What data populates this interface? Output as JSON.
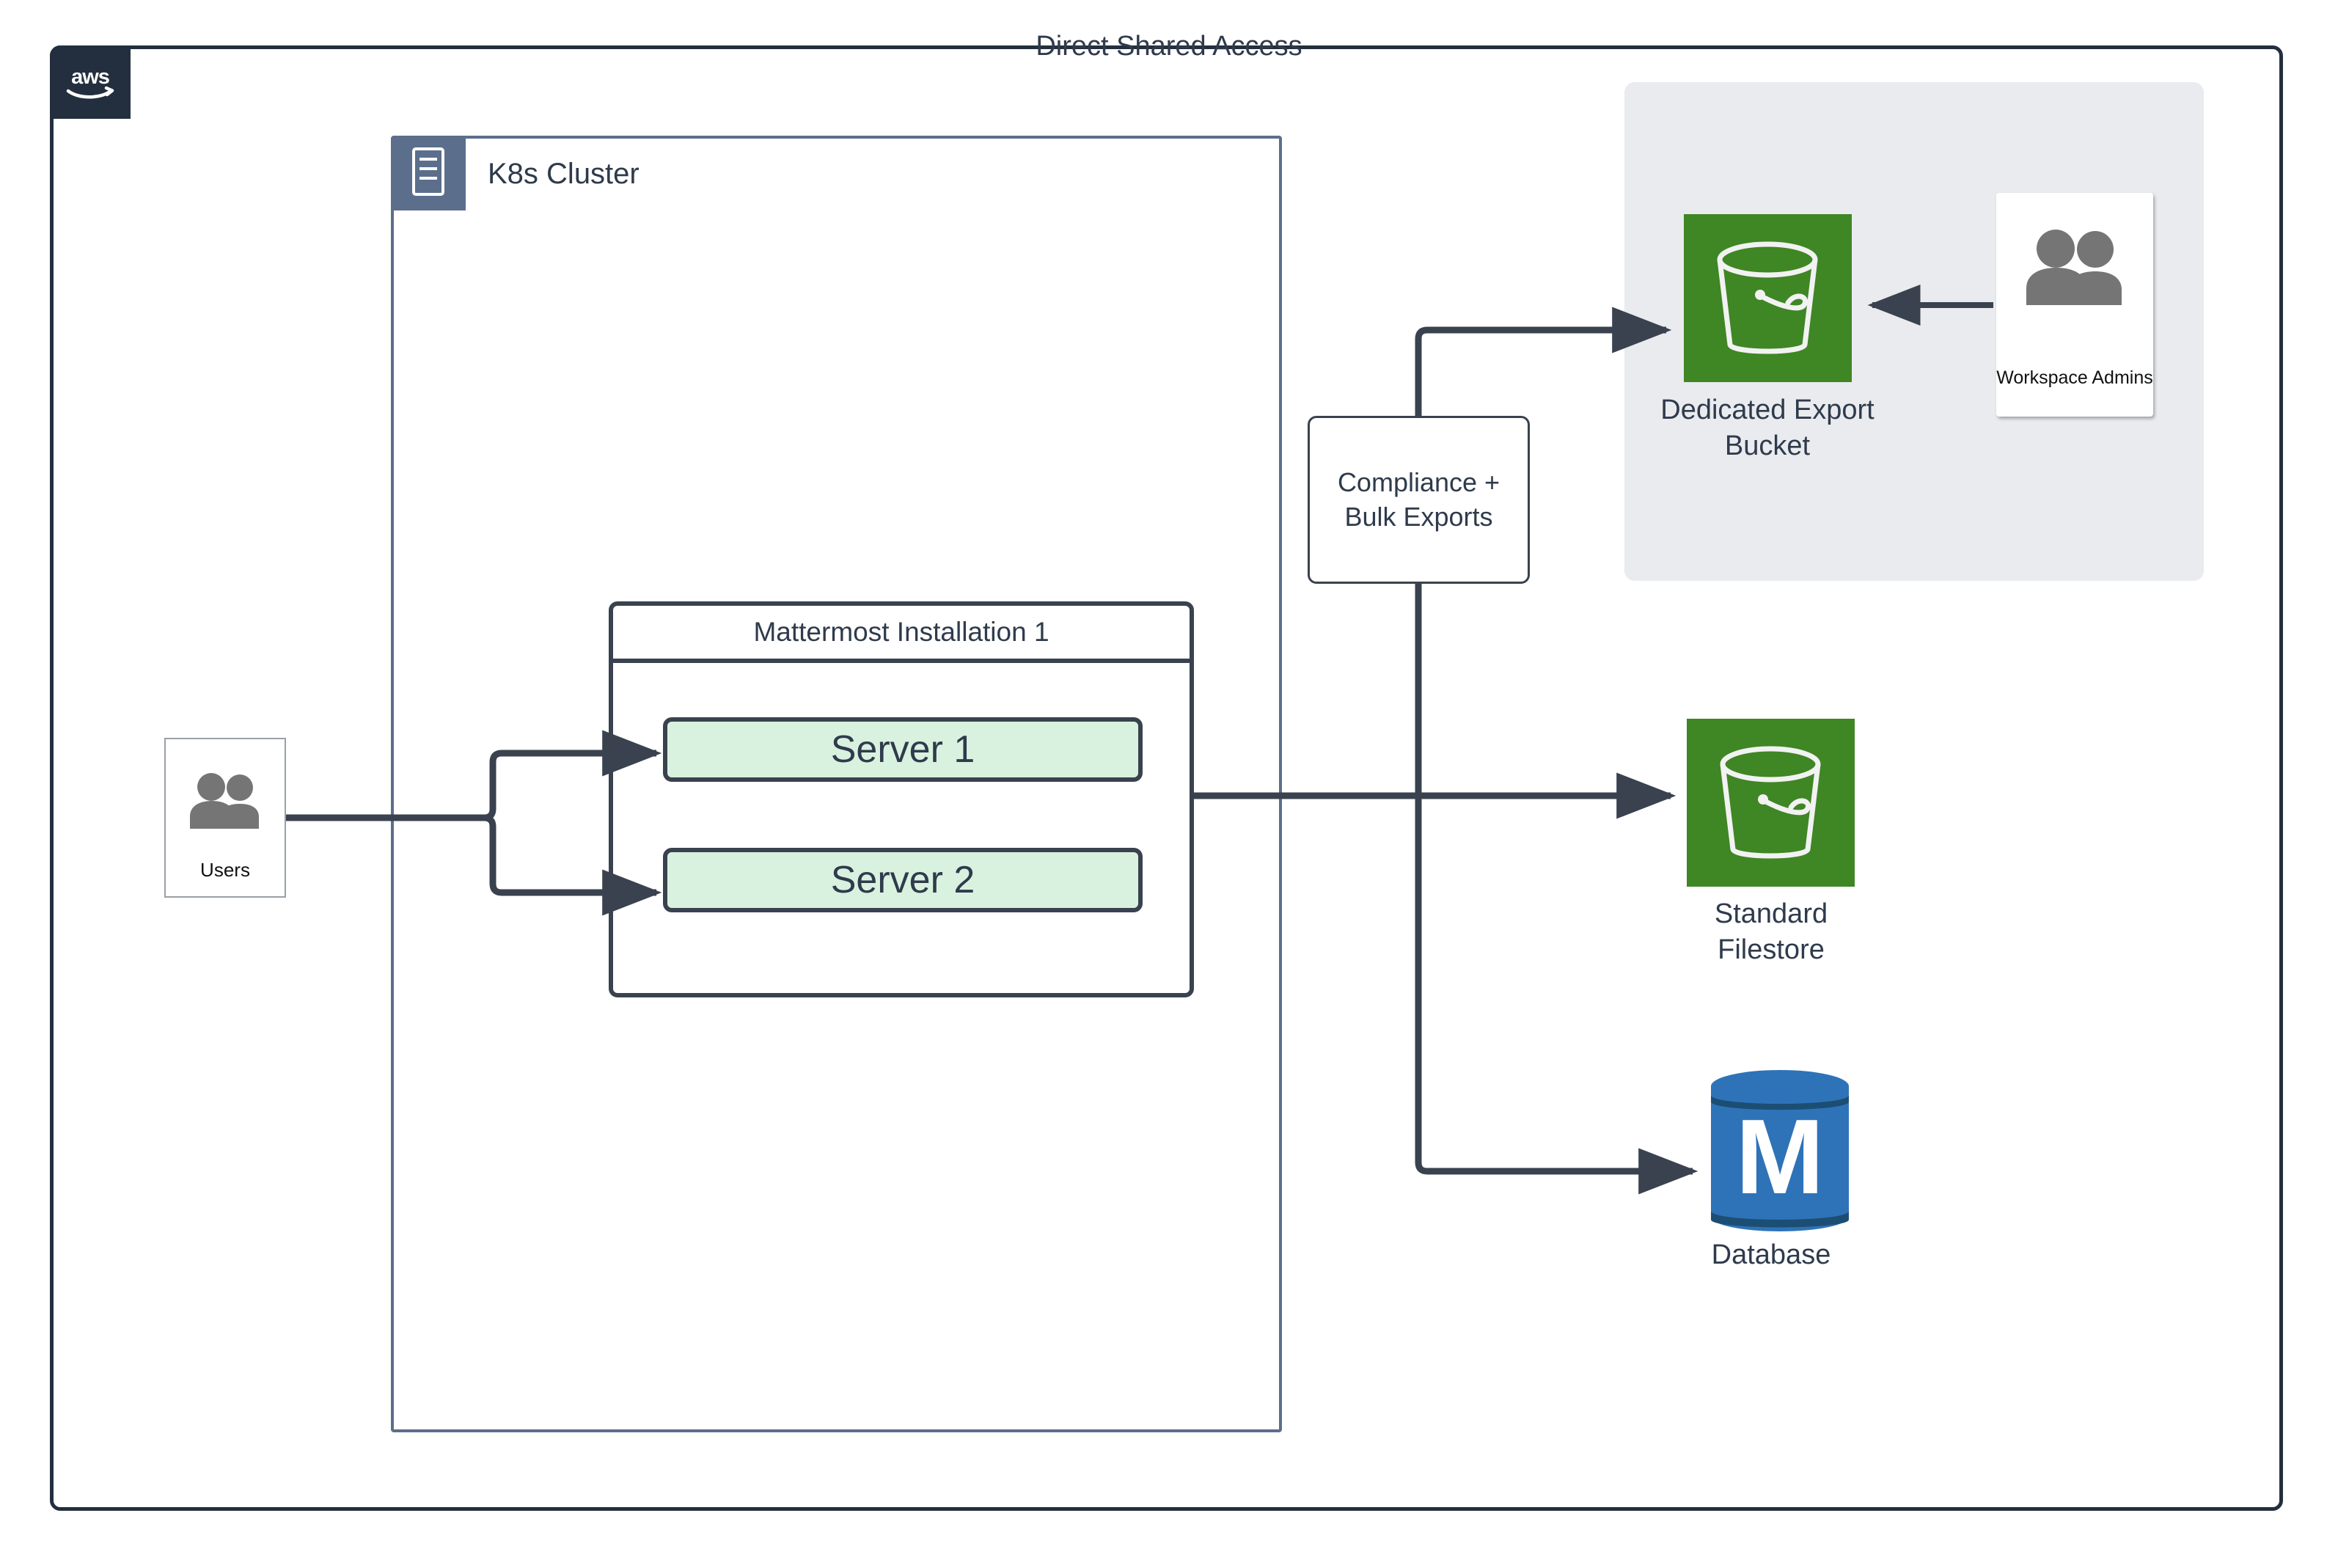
{
  "diagram": {
    "cloud": {
      "provider_label": "aws",
      "badge_color": "#232F3E"
    },
    "k8s_cluster": {
      "title": "K8s Cluster",
      "badge_color": "#5B6F8C",
      "icon": "server-rack-icon"
    },
    "mattermost_installation": {
      "title": "Mattermost Installation 1",
      "servers": [
        {
          "label": "Server 1"
        },
        {
          "label": "Server 2"
        }
      ],
      "server_fill": "#D9F2DF",
      "border_color": "#39424E"
    },
    "users": {
      "label": "Users",
      "icon": "users-group-icon"
    },
    "compliance": {
      "line1": "Compliance +",
      "line2": "Bulk Exports"
    },
    "direct_shared_access": {
      "title": "Direct Shared Access",
      "background": "#E9EBEF",
      "workspace_admins": {
        "label": "Workspace Admins",
        "icon": "users-group-icon"
      }
    },
    "storage": {
      "export_bucket": {
        "line1": "Dedicated Export",
        "line2": "Bucket",
        "icon": "s3-bucket-icon",
        "color": "#3F8624"
      },
      "filestore": {
        "line1": "Standard",
        "line2": "Filestore",
        "icon": "s3-bucket-icon",
        "color": "#3F8624"
      },
      "database": {
        "label": "Database",
        "icon": "mattermost-database-cylinder-icon",
        "color": "#2E73B8",
        "glyph": "M"
      }
    },
    "connector_color": "#39424E"
  }
}
